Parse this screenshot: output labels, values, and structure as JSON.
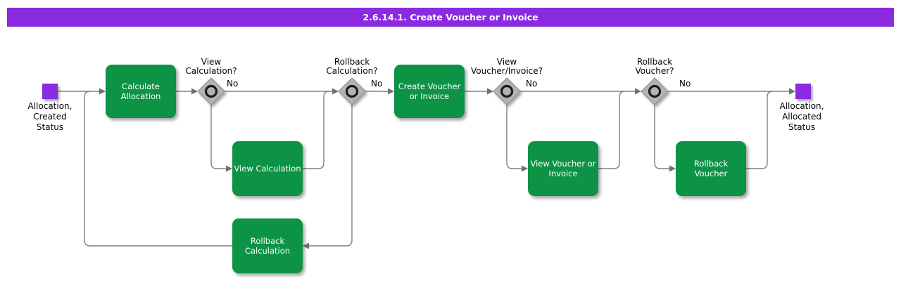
{
  "title": "2.6.14.1. Create Voucher or Invoice",
  "colors": {
    "header_bg": "#8A2BE2",
    "task_fill": "#0D9346",
    "event_fill": "#8A2BE2",
    "connector": "#808080",
    "decision_fill": "#B3B3B3"
  },
  "events": {
    "start": {
      "label": "Allocation,\nCreated\nStatus"
    },
    "end": {
      "label": "Allocation,\nAllocated\nStatus"
    }
  },
  "tasks": {
    "calculate_allocation": {
      "label": "Calculate\nAllocation"
    },
    "view_calculation": {
      "label": "View Calculation"
    },
    "rollback_calculation": {
      "label": "Rollback\nCalculation"
    },
    "create_voucher_or_invoice": {
      "label": "Create Voucher\nor Invoice"
    },
    "view_voucher_or_invoice": {
      "label": "View Voucher or\nInvoice"
    },
    "rollback_voucher": {
      "label": "Rollback\nVoucher"
    }
  },
  "decisions": {
    "view_calculation": {
      "question": "View\nCalculation?",
      "no_label": "No"
    },
    "rollback_calculation": {
      "question": "Rollback\nCalculation?",
      "no_label": "No"
    },
    "view_voucher_invoice": {
      "question": "View\nVoucher/Invoice?",
      "no_label": "No"
    },
    "rollback_voucher": {
      "question": "Rollback\nVoucher?",
      "no_label": "No"
    }
  }
}
